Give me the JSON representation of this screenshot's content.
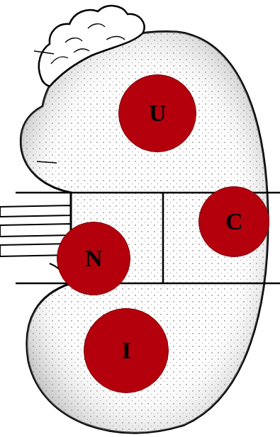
{
  "diagram": {
    "nodes": [
      {
        "text": [
          "U"
        ]
      },
      {
        "text": [
          "C"
        ]
      },
      {
        "text": [
          "N"
        ]
      },
      {
        "text": [
          "I"
        ]
      }
    ]
  }
}
